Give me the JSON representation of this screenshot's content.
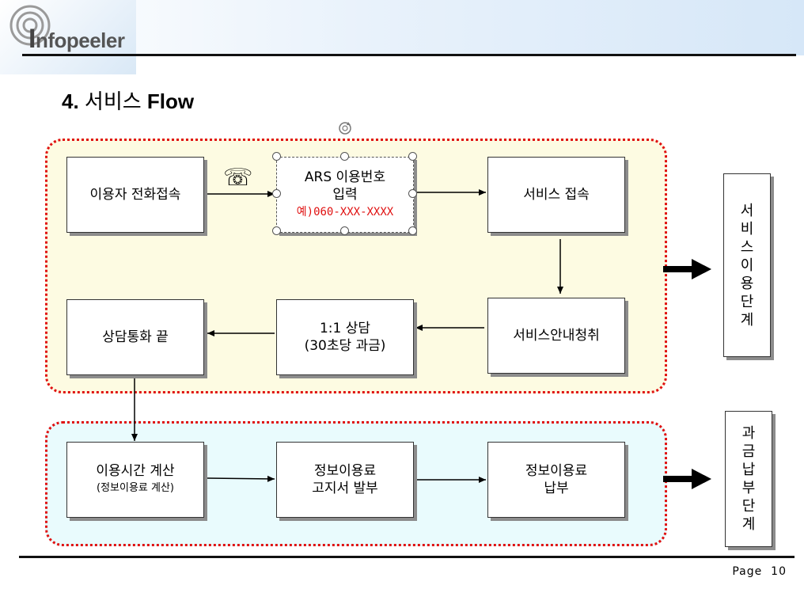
{
  "header": {
    "logo_text": "Infopeeler",
    "logo_initial": "I",
    "logo_rest": "nfopeeler"
  },
  "title": {
    "number": "4.",
    "korean": "서비스",
    "english": "Flow"
  },
  "boxes": {
    "call_connect": "이용자 전화접속",
    "ars_line1": "ARS 이용번호",
    "ars_line2": "입력",
    "ars_example": "예)060-XXX-XXXX",
    "service_connect": "서비스 접속",
    "service_guide": "서비스안내청취",
    "consult_line1": "1:1 상담",
    "consult_line2": "(30초당 과금)",
    "call_end": "상담통화 끝",
    "usage_time_line1": "이용시간 계산",
    "usage_time_line2": "(정보이용료 계산)",
    "bill_issue_line1": "정보이용료",
    "bill_issue_line2": "고지서 발부",
    "payment_line1": "정보이용료",
    "payment_line2": "납부"
  },
  "stages": {
    "usage": [
      "서",
      "비",
      "스",
      "이",
      "용",
      "단",
      "계"
    ],
    "billing": [
      "과",
      "금",
      "납",
      "부",
      "단",
      "계"
    ]
  },
  "icons": {
    "phone": "☏",
    "rotate": "rotate-handle-icon"
  },
  "footer": {
    "page_label": "Page",
    "page_number": "10"
  },
  "colors": {
    "stage_border": "#e01010",
    "usage_fill": "#fdfbe2",
    "billing_fill": "#e9fbfd",
    "example_text": "#e01010"
  }
}
